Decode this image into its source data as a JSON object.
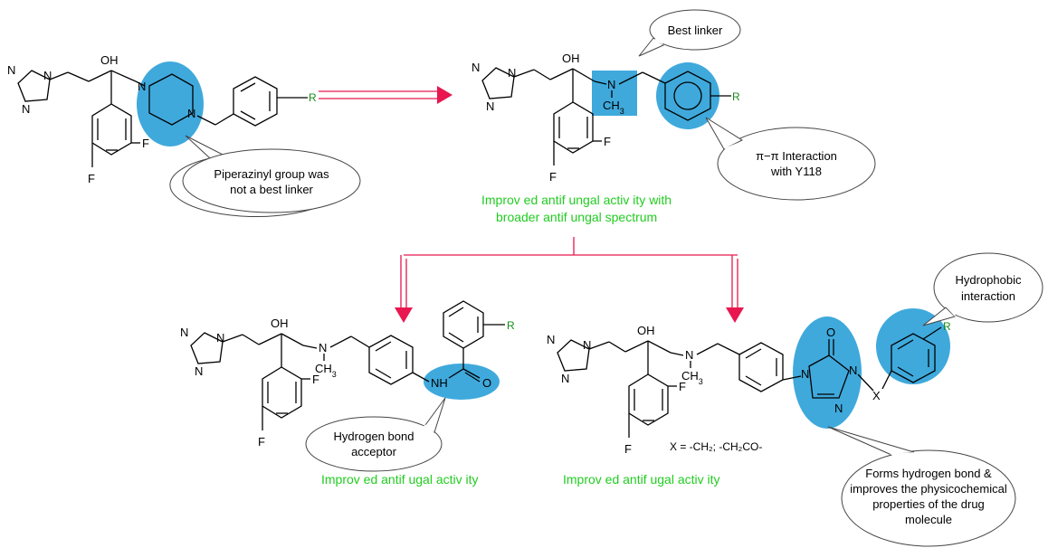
{
  "atoms": {
    "OH": "OH",
    "F": "F",
    "N": "N",
    "R": "R",
    "NH": "NH",
    "O": "O",
    "X": "X",
    "CH3_base": "CH",
    "CH3_sub": "3"
  },
  "callouts": {
    "piperazinyl": [
      "Piperazinyl group was",
      "not a best linker"
    ],
    "best_linker": [
      "Best linker"
    ],
    "pi_pi": [
      "π−π Interaction",
      "with Y118"
    ],
    "hbond_acceptor": [
      "Hydrogen bond",
      "acceptor"
    ],
    "hydrophobic": [
      "Hydrophobic",
      "interaction"
    ],
    "forms_hbond": [
      "Forms hydrogen bond &",
      "improves the physicochemical",
      "properties of the drug",
      "molecule"
    ]
  },
  "green_notes": {
    "top_line1": "Improv ed  antif ungal  activ ity   with",
    "top_line2": "broader  antif ungal  spectrum",
    "bottom_left": "Improv ed  antif ugal  activ ity",
    "bottom_right": "Improv ed  antif ugal  activ ity"
  },
  "x_definition": "X = -CH₂; -CH₂CO-",
  "colors": {
    "highlight": "#3fa9dc",
    "arrow": "#e8174f",
    "note_green": "#22cc22",
    "substituent_green": "#1a8a1a"
  }
}
